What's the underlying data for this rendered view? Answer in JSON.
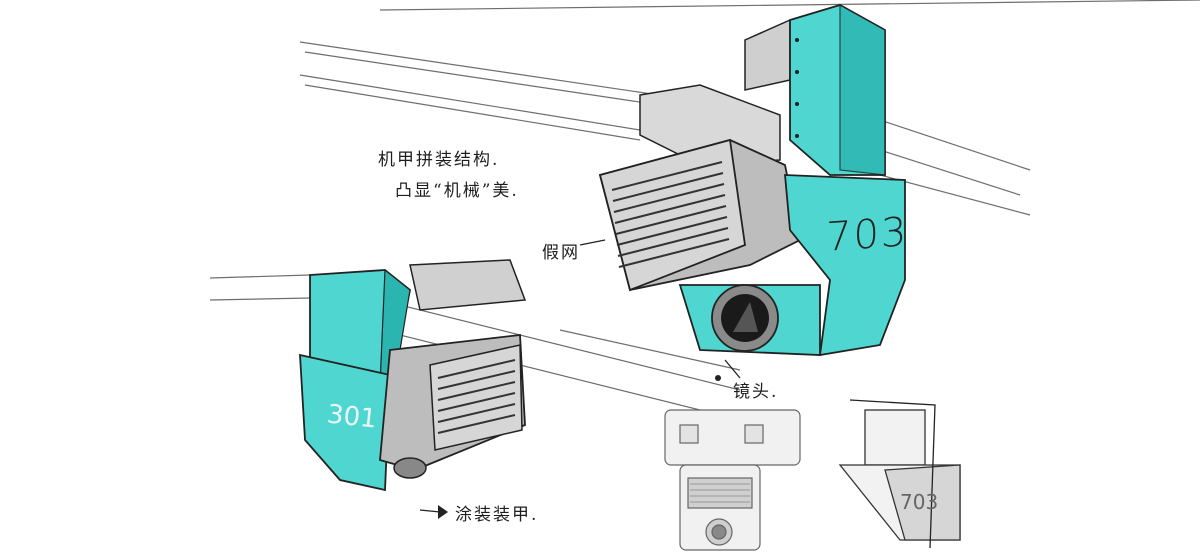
{
  "annotations": {
    "line1": "机甲拼装结构.",
    "line2": "凸显“机械”美.",
    "grille": "假网",
    "lens": "镜头.",
    "finish": "涂装装甲."
  },
  "markings": {
    "model_number": "703",
    "small_model_number": "703",
    "left_model_number": "301"
  },
  "colors": {
    "accent": "#4fd6d0",
    "accent_dark": "#2bb5b0",
    "ink": "#1a1a1a",
    "grey_marker": "#9a9a9a",
    "light_grey": "#cfcfcf"
  }
}
